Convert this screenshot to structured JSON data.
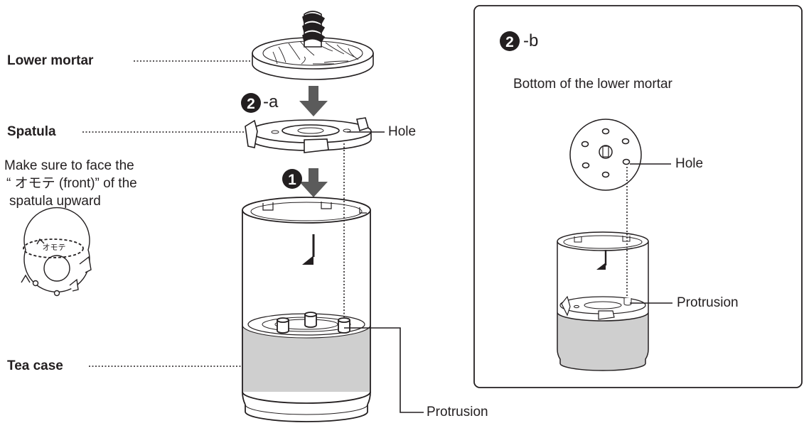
{
  "labels": {
    "lower_mortar": "Lower mortar",
    "spatula": "Spatula",
    "tea_case": "Tea case",
    "hole_left": "Hole",
    "protrusion_left": "Protrusion",
    "note_line1": "Make sure to face the",
    "note_line2": "“ オモテ (front)” of the",
    "note_line3": "spatula upward",
    "front_mark": "オモテ",
    "step_a": "-a",
    "step_a_num": "2",
    "step_1_num": "1"
  },
  "panel": {
    "step_b": "-b",
    "step_b_num": "2",
    "title": "Bottom of the lower mortar",
    "hole": "Hole",
    "protrusion": "Protrusion"
  },
  "colors": {
    "ink": "#231f20",
    "arrow": "#5b5b5b",
    "case_bottom": "#cfcfcf",
    "case_top": "#ffffff",
    "panel_border": "#231f20"
  }
}
